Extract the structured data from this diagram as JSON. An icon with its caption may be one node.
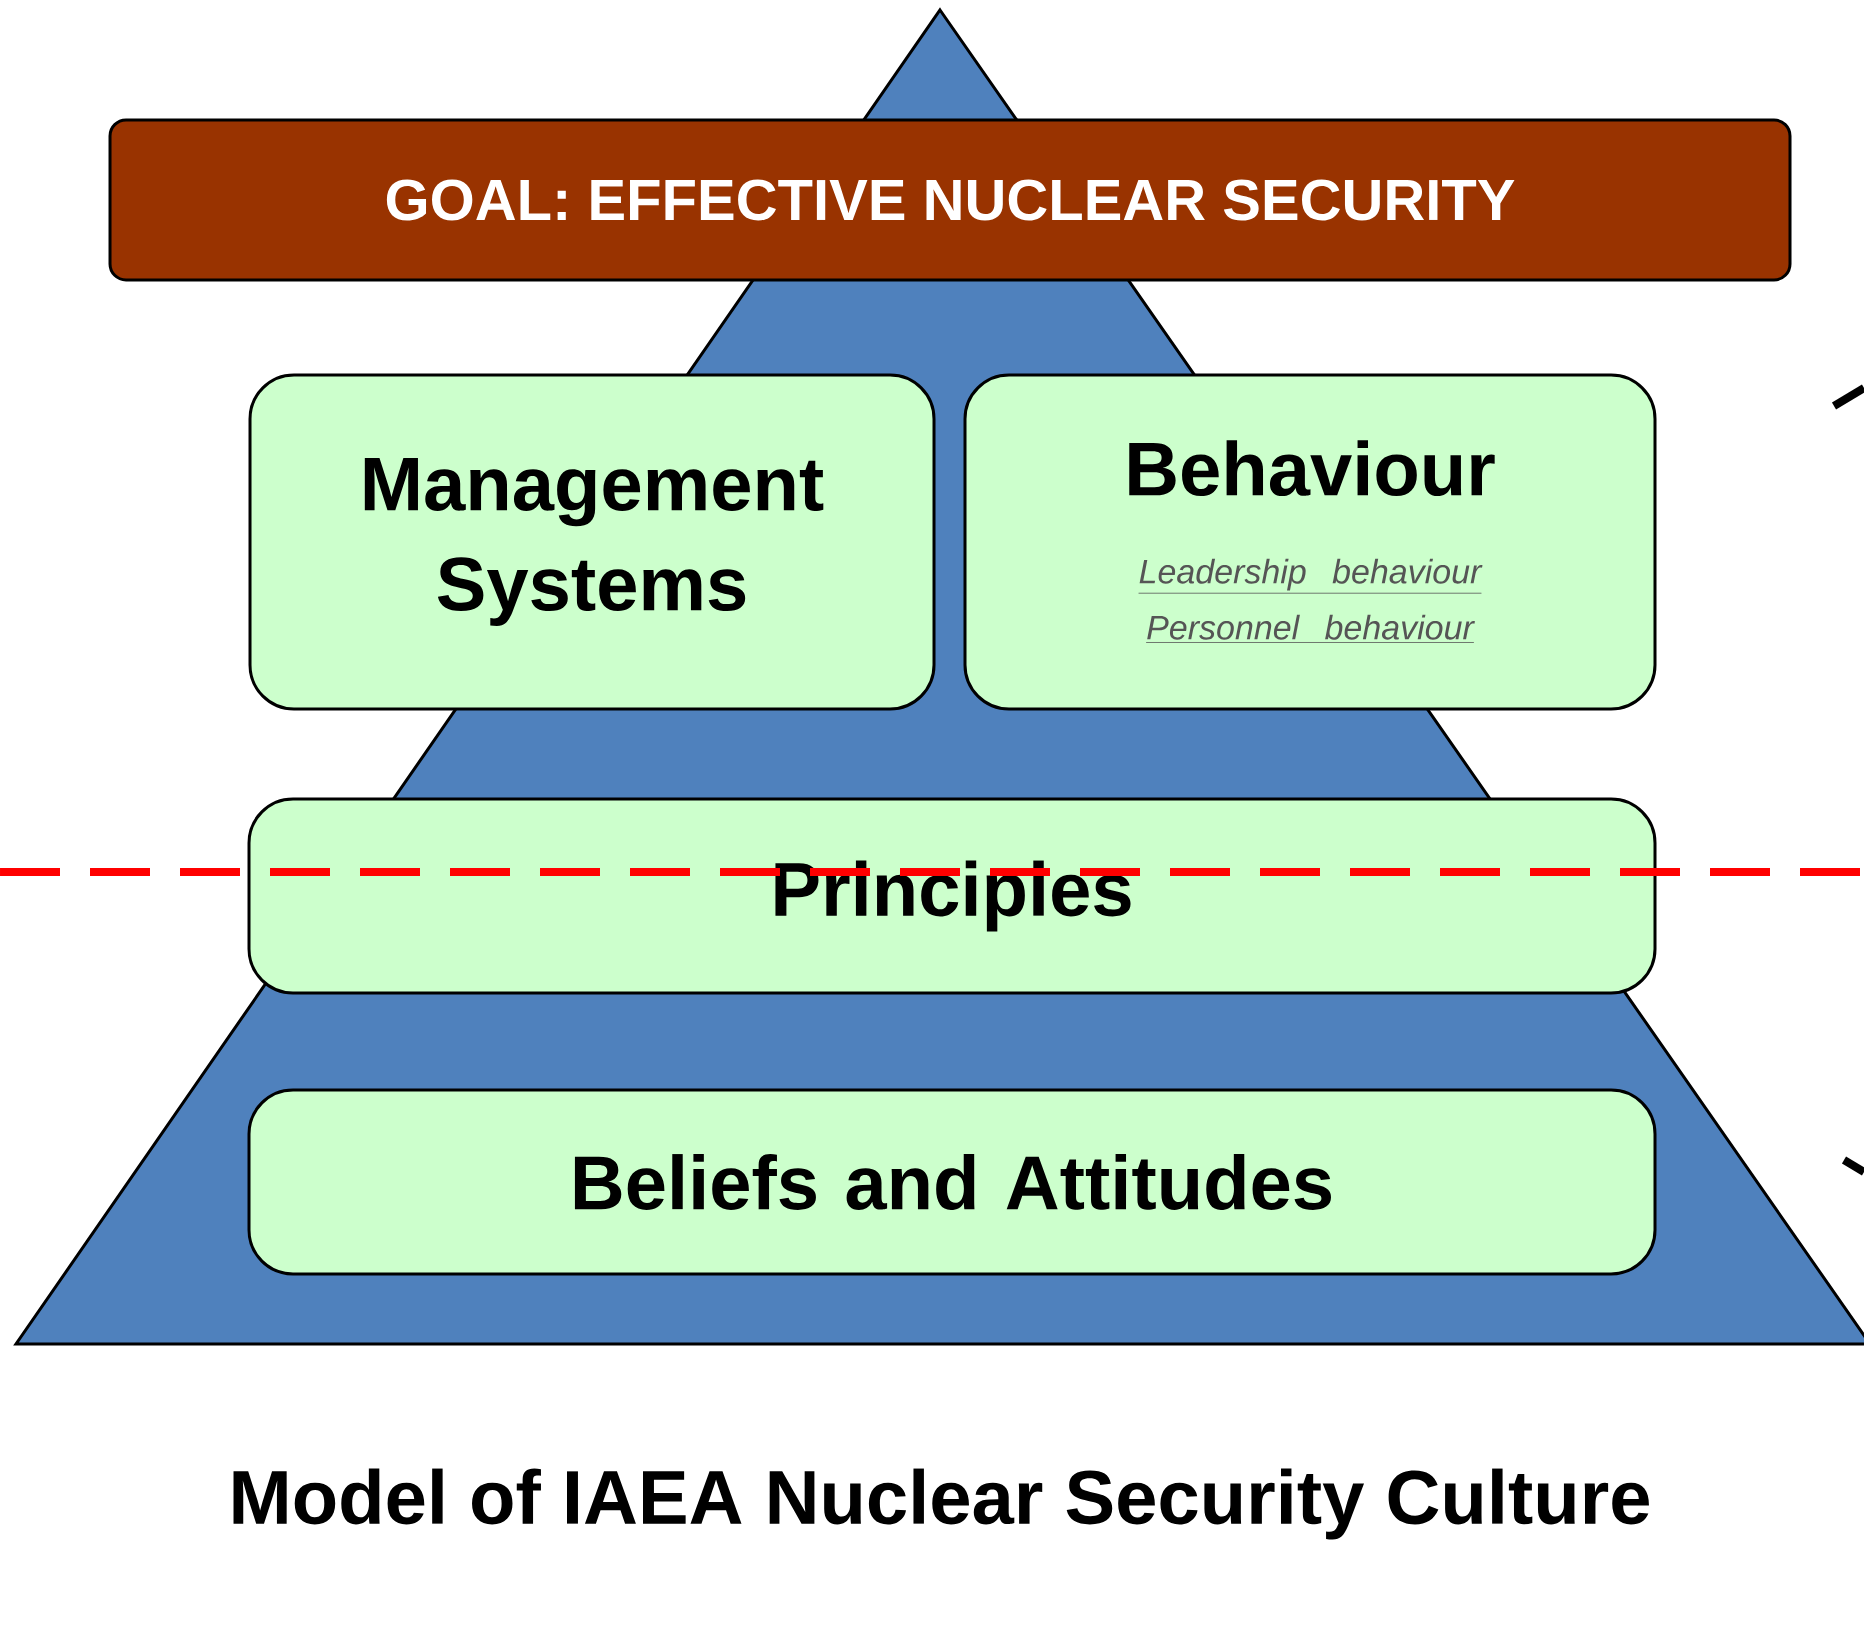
{
  "diagram": {
    "caption": "Model of IAEA Nuclear Security Culture",
    "nodes": [
      {
        "text": [
          "GOAL: EFFECTIVE NUCLEAR SECURITY"
        ]
      },
      {
        "text": [
          "Management Systems"
        ]
      },
      {
        "text": [
          "Behaviour",
          "Leadership behaviour",
          "Personnel behaviour"
        ]
      },
      {
        "text": [
          "Principles"
        ]
      },
      {
        "text": [
          "Beliefs and Attitudes"
        ]
      }
    ]
  }
}
